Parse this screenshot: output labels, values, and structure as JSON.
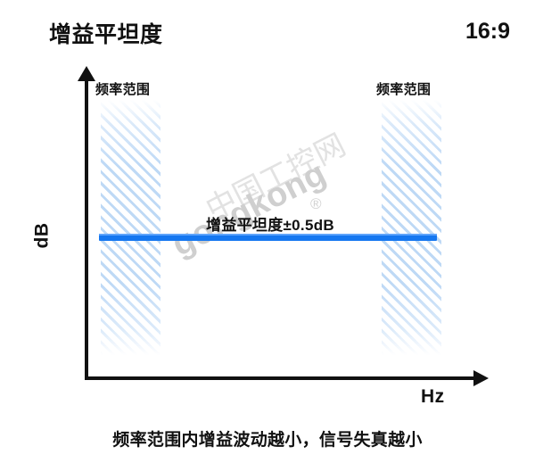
{
  "header": {
    "title": "增益平坦度",
    "ratio_badge": "16:9"
  },
  "chart": {
    "y_axis_label": "dB",
    "x_axis_label": "Hz",
    "band_left_label": "频率范围",
    "band_right_label": "频率范围",
    "gain_annotation": "增益平坦度±0.5dB",
    "line_color": "#1577f0",
    "band_color": "#b9d6f5",
    "axis_color": "#111111"
  },
  "watermark": {
    "brand": "gongkong",
    "brand_cn": "中国工控网",
    "registered_mark": "®"
  },
  "caption": {
    "text": "频率范围内增益波动越小，信号失真越小"
  },
  "chart_data": {
    "type": "line",
    "title": "增益平坦度",
    "xlabel": "Hz",
    "ylabel": "dB",
    "grid": false,
    "legend": null,
    "x": [
      0,
      10,
      20,
      30,
      40,
      50,
      60,
      70,
      80,
      90,
      100
    ],
    "series": [
      {
        "name": "增益平坦度±0.5dB",
        "values": [
          50,
          50,
          50,
          50,
          50,
          50,
          50,
          50,
          50,
          50,
          50
        ],
        "color": "#1577f0"
      }
    ],
    "xlim": [
      0,
      100
    ],
    "ylim": [
      0,
      100
    ],
    "annotations": [
      {
        "text": "增益平坦度±0.5dB",
        "x": 50,
        "y": 56
      },
      {
        "text": "频率范围",
        "x": 10,
        "y": 95
      },
      {
        "text": "频率范围",
        "x": 90,
        "y": 95
      }
    ],
    "bands": [
      {
        "label": "频率范围",
        "x_start": 4,
        "x_end": 22,
        "color": "#b9d6f5",
        "hatch": "diagonal"
      },
      {
        "label": "频率范围",
        "x_start": 79,
        "x_end": 96,
        "color": "#b9d6f5",
        "hatch": "diagonal"
      }
    ],
    "caption": "频率范围内增益波动越小，信号失真越小"
  }
}
